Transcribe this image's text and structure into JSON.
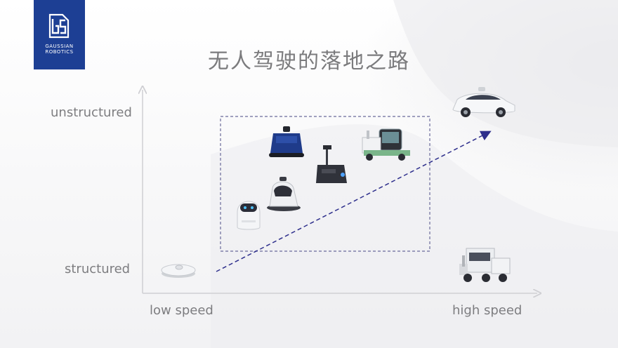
{
  "logo": {
    "line1": "GAUSSIAN",
    "line2": "ROBOTICS",
    "color": "#1d3f94"
  },
  "title": "无人驾驶的落地之路",
  "axes": {
    "y_top": "unstructured",
    "y_bottom": "structured",
    "x_left": "low speed",
    "x_right": "high speed"
  },
  "colors": {
    "axis": "#cfcfd3",
    "dashed_box": "#6a6a9a",
    "arrow": "#2e2f8c",
    "text": "#7d7d80"
  },
  "icons": [
    "robot-vacuum-icon",
    "service-robot-icon",
    "security-robot-icon",
    "floor-scrubber-icon",
    "delivery-robot-icon",
    "street-sweeper-icon",
    "self-driving-car-icon",
    "semi-truck-icon"
  ]
}
